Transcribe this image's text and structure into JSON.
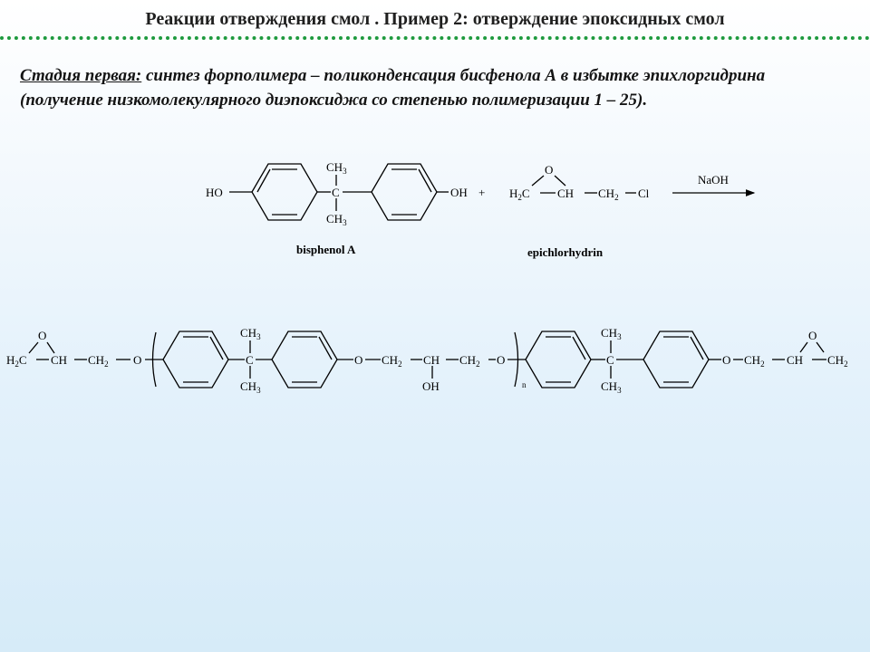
{
  "slide": {
    "title": "Реакции отверждения смол . Пример 2: отверждение эпоксидных смол",
    "intro_lead": "Стадия первая:",
    "intro_text": " синтез форполимера – поликонденсация бисфенола А в избытке эпихлоргидрина (получение низкомолекулярного диэпоксиджа со степенью полимеризации 1 – 25)."
  },
  "scheme": {
    "ho_left": "HO",
    "oh_right": "OH",
    "ch3": "CH",
    "sub3": "3",
    "sub2": "2",
    "c": "C",
    "plus": "+",
    "h2c": "H",
    "epoxy_o": "O",
    "ch2": "CH",
    "ch": "CH",
    "cl": "Cl",
    "naoh": "NaOH",
    "bisphenol_caption": "bisphenol A",
    "epichlorohydrin_caption": "epichlorhydrin",
    "o": "O",
    "oh": "OH",
    "n": "n"
  }
}
